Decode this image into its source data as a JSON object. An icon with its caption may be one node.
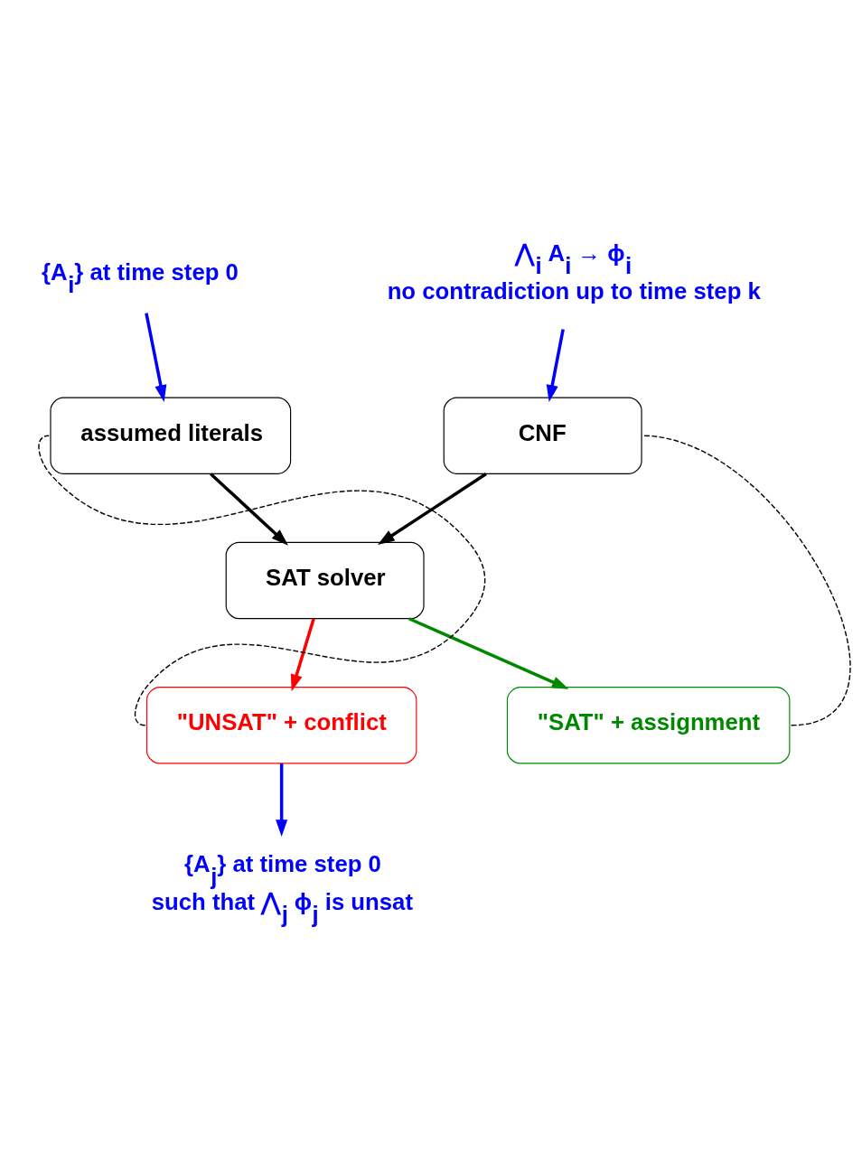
{
  "diagram": {
    "nodes": [
      {
        "text": [
          "{A$_{i}$} at time step 0"
        ]
      },
      {
        "text": [
          "⋀$_{i}$ A$_{i}$ → ϕ$_{i}$",
          "no contradiction up to time step k"
        ]
      },
      {
        "text": [
          "assumed literals"
        ]
      },
      {
        "text": [
          "CNF"
        ]
      },
      {
        "text": [
          "SAT solver"
        ]
      },
      {
        "text": [
          "\"UNSAT\" + conflict"
        ]
      },
      {
        "text": [
          "\"SAT\" + assignment"
        ]
      },
      {
        "text": [
          "{A$_{j}$} at time step 0",
          "such that ⋀$_{j}$ ϕ$_{j}$ is unsat"
        ]
      }
    ],
    "edges": [
      {
        "from": 0,
        "to": 2,
        "arrow": "to",
        "color": "#0000ff"
      },
      {
        "from": 1,
        "to": 3,
        "arrow": "to",
        "color": "#0000ff"
      },
      {
        "from": 2,
        "to": 4,
        "arrow": "to"
      },
      {
        "from": 3,
        "to": 4,
        "arrow": "to"
      },
      {
        "from": 4,
        "to": 5,
        "arrow": "to",
        "color": "#ff0000"
      },
      {
        "from": 4,
        "to": 6,
        "arrow": "to",
        "color": "#008800"
      },
      {
        "from": 5,
        "to": 7,
        "arrow": "to",
        "color": "#0000ff"
      },
      {
        "from": 5,
        "to": 2,
        "arrow": "none",
        "style": "dashed"
      },
      {
        "from": 6,
        "to": 3,
        "arrow": "none",
        "style": "dashed"
      }
    ]
  }
}
